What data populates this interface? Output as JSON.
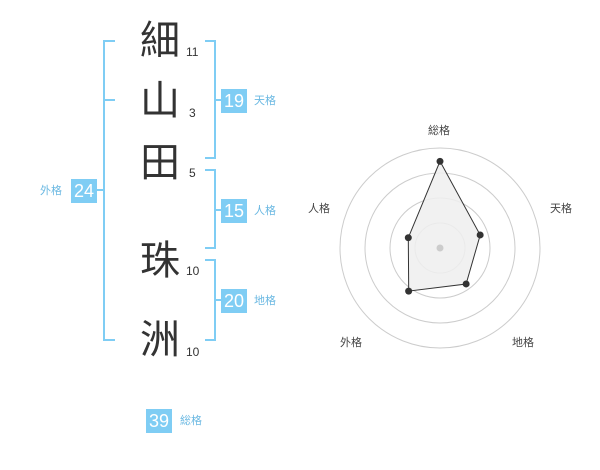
{
  "colors": {
    "accent": "#7fcdf4",
    "accent_text": "#6ab8e2",
    "bracket": "#7fcdf4",
    "grid": "#cccccc",
    "fill": "#eeeeee",
    "polygon_stroke": "#333333"
  },
  "name": {
    "characters": [
      {
        "char": "細",
        "strokes": "11"
      },
      {
        "char": "山",
        "strokes": "3"
      },
      {
        "char": "田",
        "strokes": "5"
      },
      {
        "char": "珠",
        "strokes": "10"
      },
      {
        "char": "洲",
        "strokes": "10"
      }
    ]
  },
  "fortune": {
    "tenkaku": {
      "label": "天格",
      "value": "19"
    },
    "jinkaku": {
      "label": "人格",
      "value": "15"
    },
    "chikaku": {
      "label": "地格",
      "value": "20"
    },
    "gaikaku": {
      "label": "外格",
      "value": "24"
    },
    "soukaku": {
      "label": "総格",
      "value": "39"
    }
  },
  "chart_data": {
    "type": "radar",
    "axes": [
      "総格",
      "天格",
      "地格",
      "外格",
      "人格"
    ],
    "values": [
      39,
      19,
      20,
      24,
      15
    ],
    "rings": 4
  }
}
